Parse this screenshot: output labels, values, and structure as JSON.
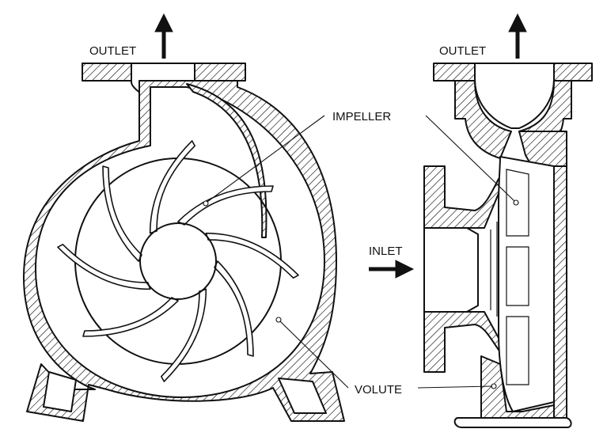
{
  "labels": {
    "outlet_left": "OUTLET",
    "outlet_right": "OUTLET",
    "impeller": "IMPELLER",
    "inlet": "INLET",
    "volute": "VOLUTE"
  },
  "colors": {
    "ink": "#111111",
    "background": "#ffffff"
  }
}
